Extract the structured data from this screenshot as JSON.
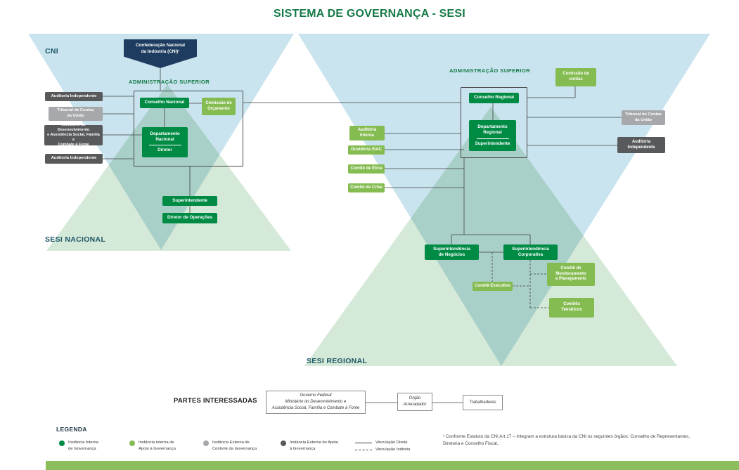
{
  "title": "SISTEMA DE GOVERNANÇA - SESI",
  "colors": {
    "dark_green": "#008B45",
    "light_green": "#85BC51",
    "dark_gray": "#58595B",
    "light_gray": "#A6A8AB",
    "navy": "#1E3C5F",
    "title_green": "#157A46",
    "teal_label": "#1C5665",
    "triangle_blue": "#C9E4EE",
    "triangle_green": "#D5E9D8"
  },
  "national": {
    "region_label": "CNI",
    "section_label": "SESI NACIONAL",
    "admin_label": "ADMINISTRAÇÃO SUPERIOR",
    "banner": "Confederação Nacional\nda Indústria (CNI)¹",
    "conselho": "Conselho Nacional",
    "comissao_orcamento": "Comissão de\nOrçamento",
    "departamento": "Departamento\nNacional",
    "diretor": "Diretor",
    "auditoria_top": "Auditoria Independente",
    "tribunal": "Tribunal de Contas\nda União",
    "ministerio": "Ministério do Desenvolvimento\ne Assistência Social, Família e\nCombate à Fome",
    "auditoria_bottom": "Auditoria Independente",
    "superintendente": "Superintendente",
    "diretor_operacoes": "Diretor de Operações"
  },
  "regional": {
    "section_label": "SESI REGIONAL",
    "admin_label": "ADMINISTRAÇÃO SUPERIOR",
    "comissao_contas": "Comissão de\ncontas",
    "conselho": "Conselho Regional",
    "departamento": "Departamento\nRegional",
    "superintendente": "Superintendente",
    "tribunal": "Tribunal de Contas\nda União",
    "auditoria": "Auditoria\nIndependente",
    "auditoria_interna": "Auditória\nInterna",
    "ouvidoria": "Ouvidoria /SAC",
    "comite_etica": "Comitê de Ética",
    "comite_crise": "Comitê de Crise",
    "sup_negocios": "Superintendência\nde Negócios",
    "sup_corporativa": "Superintendência\nCorporativa",
    "comite_executivo": "Comitê-Executivo",
    "comite_monitoramento": "Comitê de\nMonitoramento\ne Planejamento",
    "comites_tematicos": "Comitês\nTemáticos"
  },
  "stakeholders": {
    "label": "PARTES INTERESSADAS",
    "governo": "Governo Federal\nMinistério do Desenvolvimento e\nAssistência Social, Família e Combate à Fome",
    "orgao": "Órgão\nArrecadador",
    "trabalhadores": "Trabalhadores"
  },
  "legend": {
    "label": "LEGENDA",
    "items": [
      {
        "color": "#008B45",
        "label": "Instância Interna\nde Governança"
      },
      {
        "color": "#85BC51",
        "label": "Instância interna de\nApoio à Governança"
      },
      {
        "color": "#A6A8AB",
        "label": "Instância Externa de\nControle da Governança"
      },
      {
        "color": "#58595B",
        "label": "Instância Externa de Apoio\nà Governança"
      }
    ],
    "line_solid": "Vinculação Direta",
    "line_dashed": "Vinculação Indireta"
  },
  "footnote": "¹ Conforme Estatuto da CNI Art.17 – Integram a estrutura básica da CNI os seguintes órgãos: Conselho de Representantes, Diretoria e Conselho Fiscal.."
}
